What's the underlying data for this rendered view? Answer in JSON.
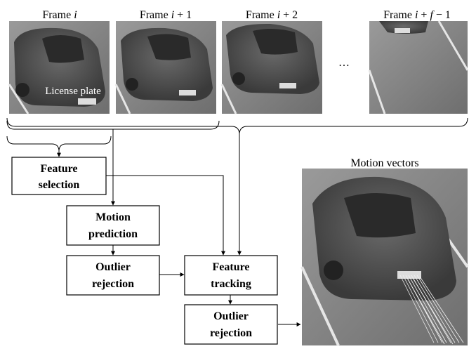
{
  "frames": [
    {
      "label": "Frame i"
    },
    {
      "label": "Frame i + 1"
    },
    {
      "label": "Frame i + 2"
    },
    {
      "label": "Frame i + f − 1"
    }
  ],
  "frames_ellipsis": "…",
  "license_plate_label": "License plate",
  "motion_vectors_label": "Motion vectors",
  "boxes": {
    "feature_selection": [
      "Feature",
      "selection"
    ],
    "motion_prediction": [
      "Motion",
      "prediction"
    ],
    "outlier_rejection_1": [
      "Outlier",
      "rejection"
    ],
    "feature_tracking": [
      "Feature",
      "tracking"
    ],
    "outlier_rejection_2": [
      "Outlier",
      "rejection"
    ]
  }
}
